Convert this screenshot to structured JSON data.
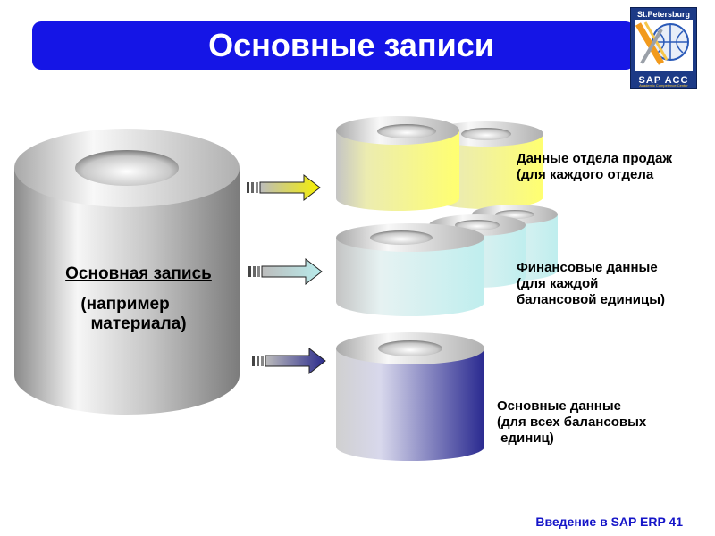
{
  "title": "Основные записи",
  "logo": {
    "top": "St.Petersburg",
    "mid": "SAP  ACC",
    "sub": "Academic Competence Center"
  },
  "main_cylinder": {
    "line1": "Основная запись",
    "line2": "(например",
    "line3": "материала)"
  },
  "targets": [
    {
      "line1": "Данные отдела продаж",
      "line2": "(для каждого отдела",
      "line3": "",
      "color": "#ffff80"
    },
    {
      "line1": "Финансовые данные",
      "line2": "(для каждой",
      "line3": "балансовой единицы)",
      "color": "#c8f0f0"
    },
    {
      "line1": "Основные данные",
      "line2": "(для всех балансовых",
      "line3": " единиц)",
      "color": "#30309a"
    }
  ],
  "footer": "Введение в SAP ERP  41"
}
